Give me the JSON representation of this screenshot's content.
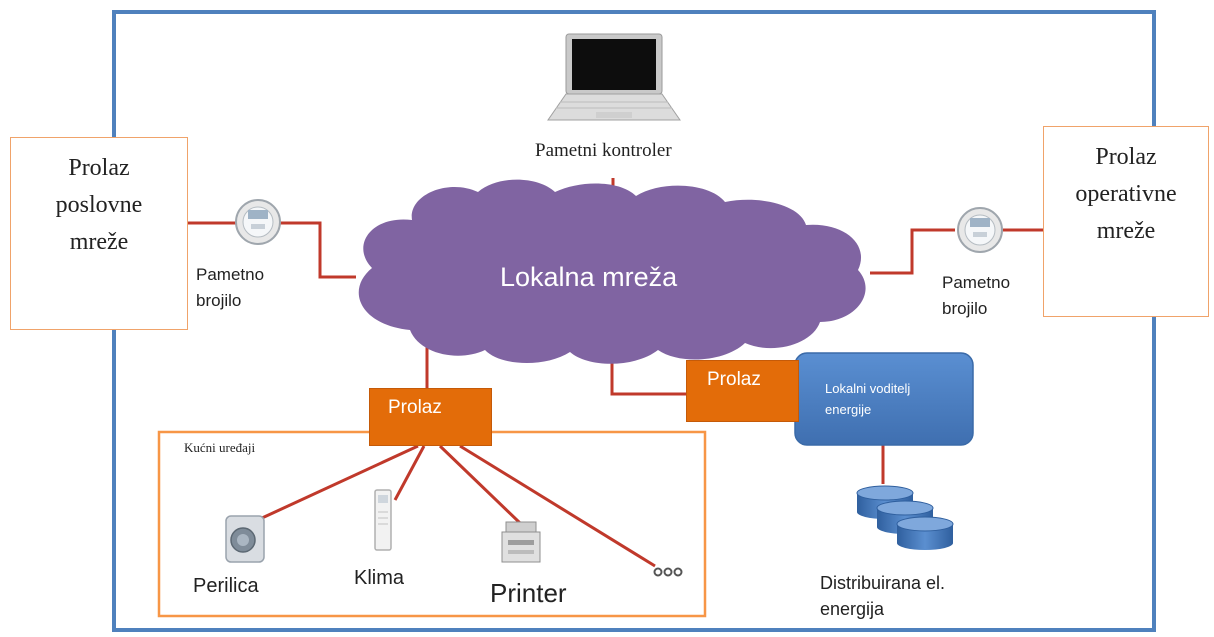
{
  "colors": {
    "frame_border": "#4f81bd",
    "link_line": "#c0392b",
    "cloud_fill": "#8064a2",
    "gateway_fill": "#e36c09",
    "manager_fill": "#4f81bd",
    "appliance_border": "#f79646"
  },
  "controller": {
    "label": "Pametni kontroler",
    "icon": "laptop-icon"
  },
  "cloud": {
    "label": "Lokalna mreža"
  },
  "business_gateway": {
    "lines": [
      "Prolaz",
      "poslovne",
      "mreže"
    ]
  },
  "operative_gateway": {
    "lines": [
      "Prolaz",
      "operativne",
      "mreže"
    ]
  },
  "meter_left": {
    "lines": [
      "Pametno",
      "brojilo"
    ],
    "icon": "smart-meter-icon"
  },
  "meter_right": {
    "lines": [
      "Pametno",
      "brojilo"
    ],
    "icon": "smart-meter-icon"
  },
  "gateway_center": {
    "label": "Prolaz"
  },
  "gateway_right": {
    "label": "Prolaz"
  },
  "energy_manager": {
    "lines": [
      "Lokalni voditelj",
      "energije"
    ]
  },
  "appliances": {
    "title": "Kućni uređaji",
    "items": [
      {
        "label": "Perilica",
        "icon": "washing-machine-icon"
      },
      {
        "label": "Klima",
        "icon": "air-conditioner-icon"
      },
      {
        "label": "Printer",
        "icon": "printer-icon"
      },
      {
        "label": "ooo",
        "icon": "more-icon"
      }
    ]
  },
  "distributed": {
    "lines": [
      "Distribuirana el.",
      "energija"
    ],
    "icon": "database-stack-icon"
  }
}
